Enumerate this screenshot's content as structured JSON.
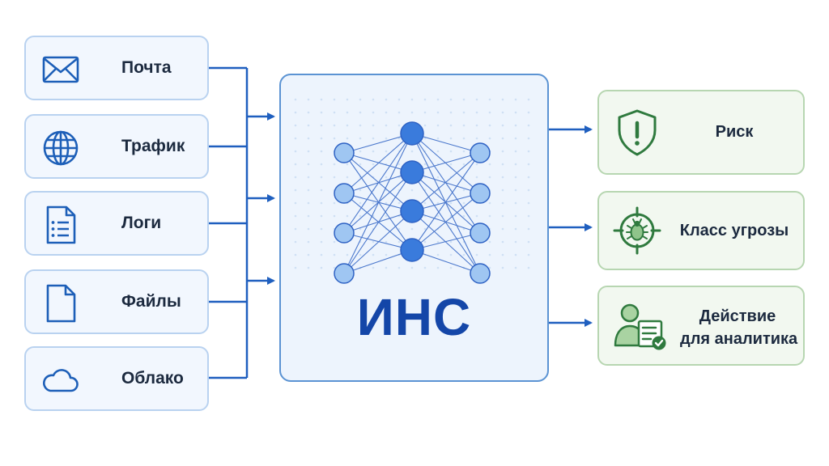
{
  "inputs": [
    {
      "label": "Почта",
      "icon": "mail-icon"
    },
    {
      "label": "Трафик",
      "icon": "globe-icon"
    },
    {
      "label": "Логи",
      "icon": "log-document-icon"
    },
    {
      "label": "Файлы",
      "icon": "file-icon"
    },
    {
      "label": "Облако",
      "icon": "cloud-icon"
    }
  ],
  "center": {
    "title": "ИНС",
    "icon": "neural-network-icon"
  },
  "outputs": [
    {
      "label": "Риск",
      "icon": "shield-alert-icon"
    },
    {
      "label": "Класс угрозы",
      "icon": "bug-target-icon"
    },
    {
      "label_line1": "Действие",
      "label_line2": "для аналитика",
      "icon": "analyst-checklist-icon"
    }
  ],
  "colors": {
    "input_fill": "#f2f7fe",
    "input_border": "#b9d2f0",
    "input_icon": "#1d5fb8",
    "center_fill": "#edf4fd",
    "center_border": "#5b93d3",
    "center_title": "#1446a8",
    "node_input": "#9fc6f2",
    "node_hidden": "#3a7bdc",
    "connector": "#1f5fbf",
    "output_fill": "#f2f8f0",
    "output_border": "#b7d6b1",
    "output_icon": "#2f7a3e"
  }
}
